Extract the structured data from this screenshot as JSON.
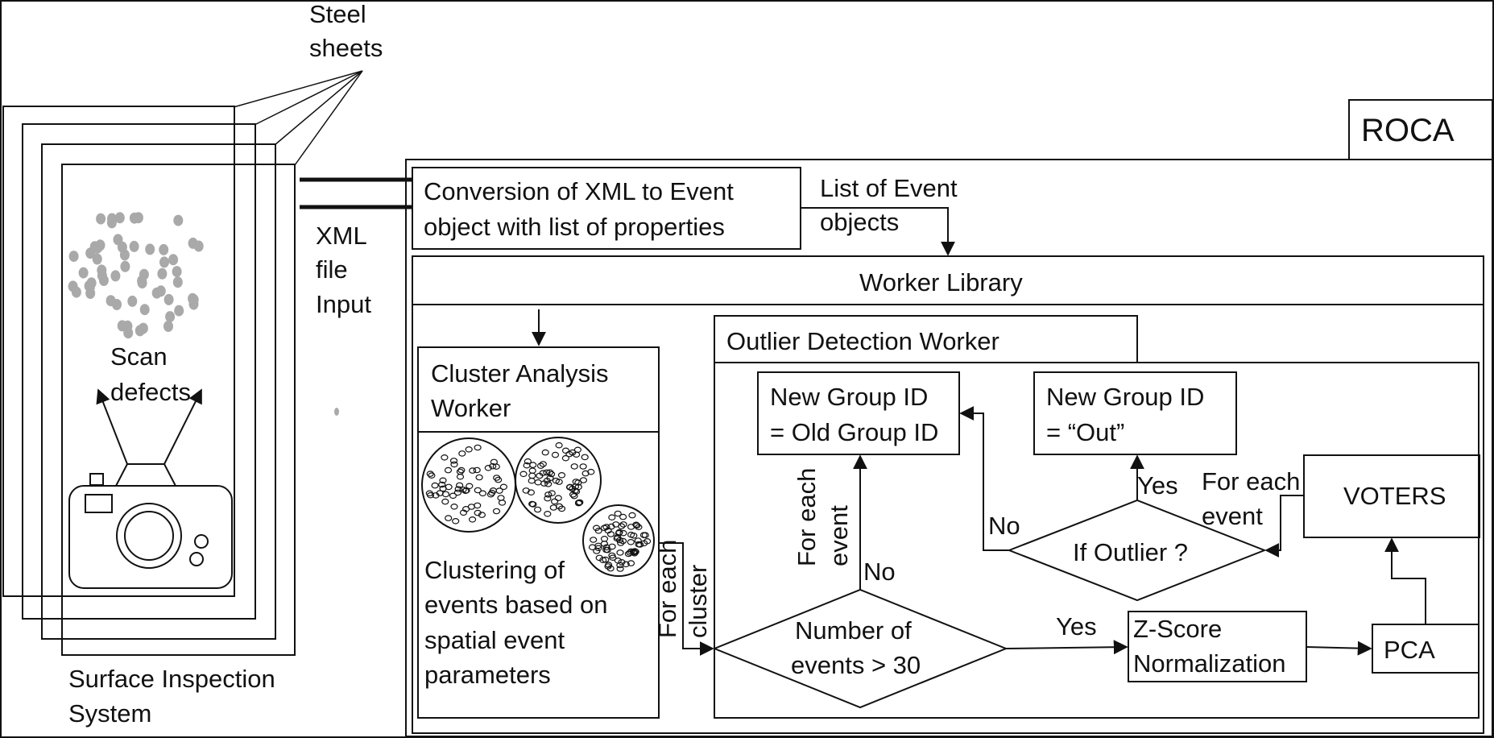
{
  "steel_sheets_label": [
    "Steel",
    "sheets"
  ],
  "scan_defects_label": [
    "Scan",
    "defects"
  ],
  "system_label": [
    "Surface Inspection",
    "System"
  ],
  "xml_input_label": [
    "XML",
    "file",
    "Input"
  ],
  "roca_label": "ROCA",
  "conversion_box": [
    "Conversion of XML to Event",
    "object with list of properties"
  ],
  "event_list_label": [
    "List of  Event",
    "objects"
  ],
  "worker_library_label": "Worker Library",
  "cluster_worker_title": [
    "Cluster Analysis",
    "Worker"
  ],
  "clustering_text": [
    "Clustering of",
    "events based on",
    "spatial event",
    "parameters"
  ],
  "for_each_cluster_label": [
    "For each",
    "cluster"
  ],
  "outlier_worker_title": "Outlier Detection Worker",
  "new_group_old": [
    "New Group ID",
    "= Old Group ID"
  ],
  "new_group_out": [
    "New Group ID",
    "= “Out”"
  ],
  "voters_label": "VOTERS",
  "if_outlier_label": "If Outlier ?",
  "number_events_label": [
    "Number of",
    "events > 30"
  ],
  "zscore_label": [
    "Z-Score",
    "Normalization"
  ],
  "pca_label": "PCA",
  "for_each_event_vertical": [
    "For each",
    "event"
  ],
  "for_each_event_right": [
    "For each",
    "event"
  ],
  "yes_label": "Yes",
  "no_label": "No",
  "colors": {
    "stroke": "#111111",
    "defect_dot": "#a9a9a9",
    "background": "#ffffff"
  }
}
